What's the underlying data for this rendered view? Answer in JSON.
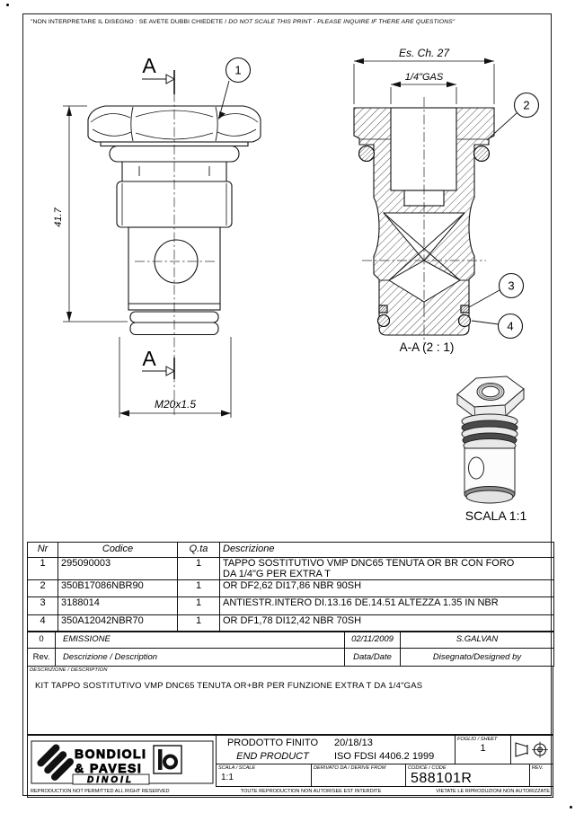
{
  "disclaimer": {
    "prefix": "\"NON INTERPRETARE IL DISEGNO : SE AVETE DUBBI CHIEDETE / ",
    "italic": "DO NOT SCALE THIS PRINT - PLEASE INQUIRE IF THERE ARE QUESTIONS\""
  },
  "drawing": {
    "cut_label_top": "A",
    "cut_label_bottom": "A",
    "dim_height": "41.7",
    "dim_thread": "M20x1.5",
    "dim_hex_width": "Es. Ch. 27",
    "dim_port": "1/4\"GAS",
    "section_title": "A-A  (2 : 1)",
    "pictorial_scale": "SCALA 1:1",
    "balloon_1": "1",
    "balloon_2": "2",
    "balloon_3": "3",
    "balloon_4": "4"
  },
  "parts_table": {
    "headers": {
      "nr": "Nr",
      "codice": "Codice",
      "qta": "Q.ta",
      "descrizione": "Descrizione"
    },
    "rows": [
      {
        "nr": "1",
        "codice": "295090003",
        "qta": "1",
        "descrizione": "TAPPO SOSTITUTIVO VMP DNC65 TENUTA OR BR CON FORO DA 1/4\"G PER EXTRA T"
      },
      {
        "nr": "2",
        "codice": "350B17086NBR90",
        "qta": "1",
        "descrizione": "OR DF2,62 DI17,86 NBR 90SH"
      },
      {
        "nr": "3",
        "codice": "3188014",
        "qta": "1",
        "descrizione": "ANTIESTR.INTERO DI.13.16 DE.14.51 ALTEZZA 1.35 IN NBR"
      },
      {
        "nr": "4",
        "codice": "350A12042NBR70",
        "qta": "1",
        "descrizione": "OR DF1,78 DI12,42 NBR 70SH"
      }
    ]
  },
  "revision_table": {
    "emission": {
      "rev": "0",
      "descrizione": "EMISSIONE",
      "data": "02/11/2009",
      "disegnato": "S.GALVAN"
    },
    "labels": {
      "rev": "Rev.",
      "descrizione": "Descrizione / Description",
      "data": "Data/Date",
      "disegnato": "Disegnato/Designed by"
    }
  },
  "description_block": {
    "label": "DESCRIZIONE / DESCRIPTION",
    "text": "KIT TAPPO SOSTITUTIVO VMP DNC65 TENUTA OR+BR PER FUNZIONE EXTRA T DA 1/4\"GAS"
  },
  "title_block": {
    "company_line1": "BONDIOLI",
    "company_line2": "& PAVESI",
    "company_brand": "DINOIL",
    "product_it": "PRODOTTO FINITO",
    "product_en": "END PRODUCT",
    "spec_line1": "20/18/13",
    "spec_line2": "ISO FDSI 4406.2 1999",
    "sheet_label": "FOGLIO / SHEET",
    "sheet_value": "1",
    "scale_label": "SCALA / SCALE",
    "scale_value": "1:1",
    "derived_label": "DERIVATO DA / DERIVE FROM",
    "code_label": "CODICE / CODE",
    "code_value": "588101R",
    "rev_label": "REV.",
    "footer_left": "REPRODUCTION NOT PERMITTED ALL RIGHT RESERVED",
    "footer_center": "TOUTE REPRODUCTION NON AUTORISEE EST INTERDITE",
    "footer_right": "VIETATE LE RIPRODUZIONI NON AUTORIZZATE"
  }
}
